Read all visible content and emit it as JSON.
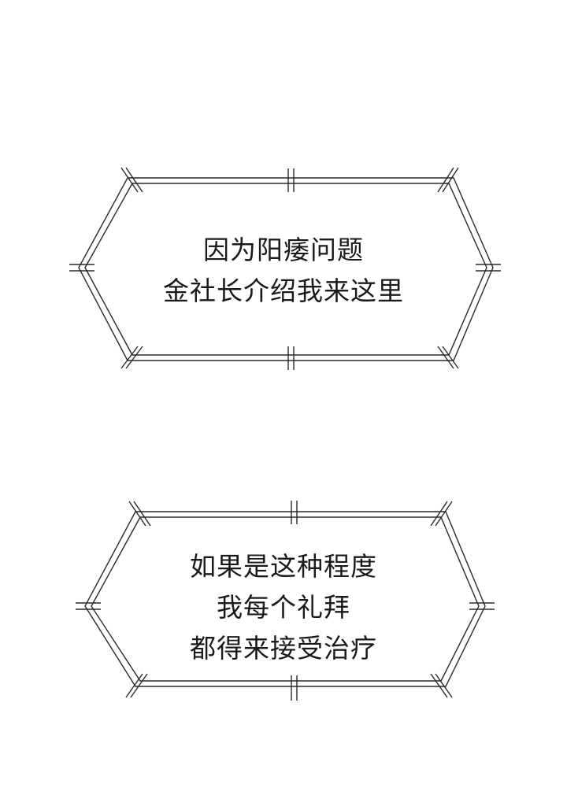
{
  "bubbles": [
    {
      "lines": [
        "因为阳痿问题",
        "金社长介绍我来这里"
      ]
    },
    {
      "lines": [
        "如果是这种程度",
        "我每个礼拜",
        "都得来接受治疗"
      ]
    }
  ],
  "colors": {
    "background": "#ffffff",
    "frame_stroke": "#2a2a2a",
    "text": "#1a1a1a"
  }
}
